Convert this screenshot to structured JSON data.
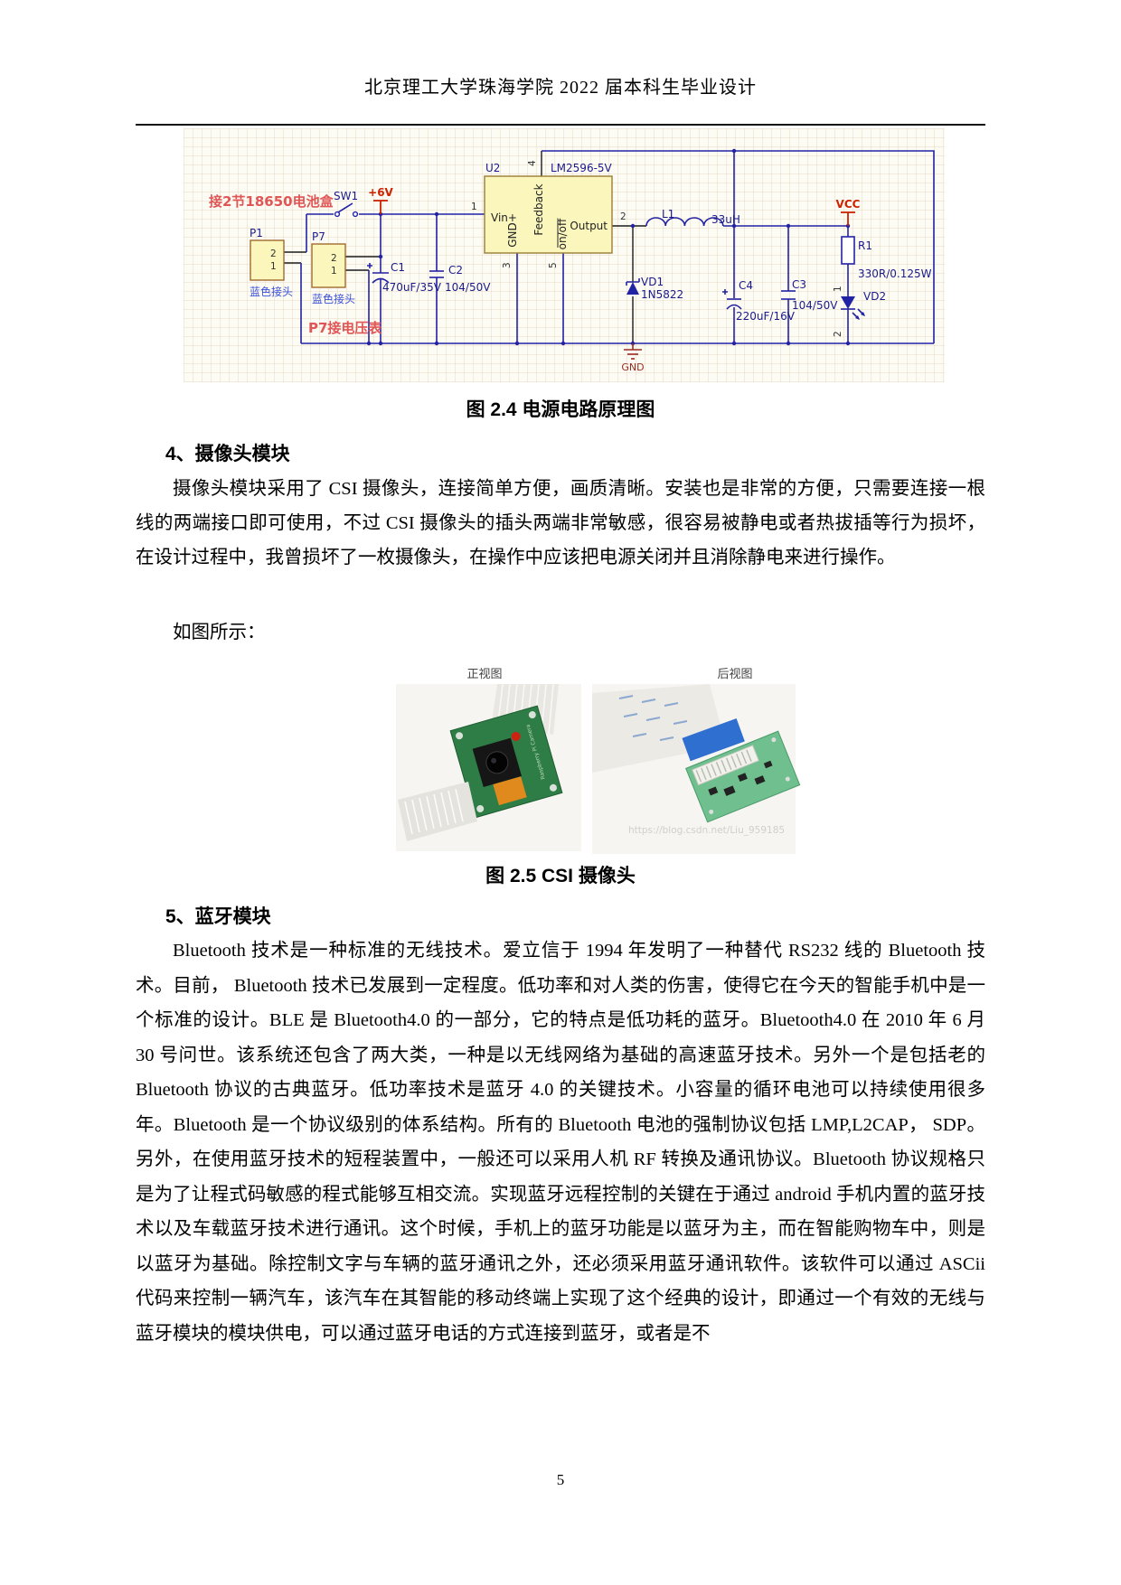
{
  "header": {
    "title": "北京理工大学珠海学院 2022 届本科生毕业设计"
  },
  "schematic": {
    "battery_note": "接2节18650电池盒",
    "voltmeter_note": "P7接电压表",
    "sw1": "SW1",
    "vplus": "+6V",
    "vcc": "VCC",
    "gnd": "GND",
    "p1": {
      "ref": "P1",
      "pin2": "2",
      "pin1": "1",
      "note": "蓝色接头"
    },
    "p7": {
      "ref": "P7",
      "pin2": "2",
      "pin1": "1",
      "note": "蓝色接头"
    },
    "c1": {
      "ref": "C1",
      "value": "470uF/35V"
    },
    "c2": {
      "ref": "C2",
      "value": "104/50V"
    },
    "u2": {
      "ref": "U2",
      "part": "LM2596-5V",
      "pin_vin": "Vin+",
      "pin_gnd": "GND",
      "pin_fb": "Feedback",
      "pin_onoff": "on/off",
      "pin_out": "Output",
      "n1": "1",
      "n2": "2",
      "n3": "3",
      "n4": "4",
      "n5": "5"
    },
    "l1": {
      "ref": "L1",
      "value": "33uH"
    },
    "vd1": {
      "ref": "VD1",
      "value": "1N5822"
    },
    "c4": {
      "ref": "C4",
      "value": "220uF/16V"
    },
    "c3": {
      "ref": "C3",
      "value": "104/50V"
    },
    "r1": {
      "ref": "R1",
      "value": "330R/0.125W"
    },
    "vd2": {
      "ref": "VD2",
      "n1": "1",
      "n2": "2"
    },
    "colors": {
      "wire": "#2222a4",
      "power": "#cc2200",
      "annotation": "#e05555",
      "component_fill": "#faf6bc"
    }
  },
  "figure1": {
    "caption": "图 2.4 电源电路原理图"
  },
  "section4": {
    "heading": "4、摄像头模块",
    "para": "摄像头模块采用了 CSI 摄像头，连接简单方便，画质清晰。安装也是非常的方便，只需要连接一根线的两端接口即可使用，不过 CSI 摄像头的插头两端非常敏感，很容易被静电或者热拔插等行为损坏，在设计过程中，我曾损坏了一枚摄像头，在操作中应该把电源关闭并且消除静电来进行操作。",
    "lead_in": "如图所示："
  },
  "figure2": {
    "front_label": "正视图",
    "back_label": "后视图",
    "watermark": "https://blog.csdn.net/Liu_959185",
    "caption": "图 2.5 CSI 摄像头"
  },
  "section5": {
    "heading": "5、蓝牙模块",
    "para": "Bluetooth 技术是一种标准的无线技术。爱立信于 1994 年发明了一种替代 RS232 线的 Bluetooth 技术。目前， Bluetooth 技术已发展到一定程度。低功率和对人类的伤害，使得它在今天的智能手机中是一个标准的设计。BLE 是 Bluetooth4.0 的一部分，它的特点是低功耗的蓝牙。Bluetooth4.0 在 2010 年 6 月 30 号问世。该系统还包含了两大类，一种是以无线网络为基础的高速蓝牙技术。另外一个是包括老的 Bluetooth 协议的古典蓝牙。低功率技术是蓝牙 4.0 的关键技术。小容量的循环电池可以持续使用很多年。Bluetooth 是一个协议级别的体系结构。所有的 Bluetooth 电池的强制协议包括 LMP,L2CAP， SDP。另外，在使用蓝牙技术的短程装置中，一般还可以采用人机 RF 转换及通讯协议。Bluetooth 协议规格只是为了让程式码敏感的程式能够互相交流。实现蓝牙远程控制的关键在于通过 android 手机内置的蓝牙技术以及车载蓝牙技术进行通讯。这个时候，手机上的蓝牙功能是以蓝牙为主，而在智能购物车中，则是以蓝牙为基础。除控制文字与车辆的蓝牙通讯之外，还必须采用蓝牙通讯软件。该软件可以通过 ASCii 代码来控制一辆汽车，该汽车在其智能的移动终端上实现了这个经典的设计，即通过一个有效的无线与蓝牙模块的模块供电，可以通过蓝牙电话的方式连接到蓝牙，或者是不"
  },
  "footer": {
    "page_number": "5"
  }
}
